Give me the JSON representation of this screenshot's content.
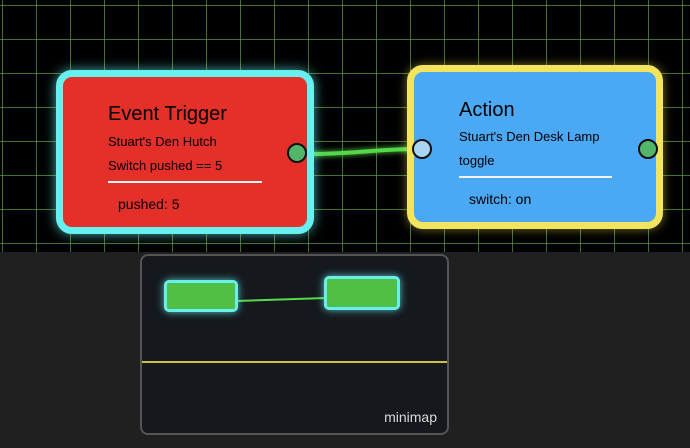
{
  "trigger_node": {
    "title": "Event Trigger",
    "device": "Stuart's Den Hutch",
    "condition": "Switch pushed == 5",
    "value": "pushed: 5",
    "color": "#e5302a",
    "border_color": "#66f0f0"
  },
  "action_node": {
    "title": "Action",
    "device": "Stuart's Den Desk Lamp",
    "command": "toggle",
    "value": "switch: on",
    "color": "#4aa8f5",
    "border_color": "#f2e45c"
  },
  "connection": {
    "color": "#57d84a"
  },
  "minimap": {
    "label": "minimap"
  }
}
